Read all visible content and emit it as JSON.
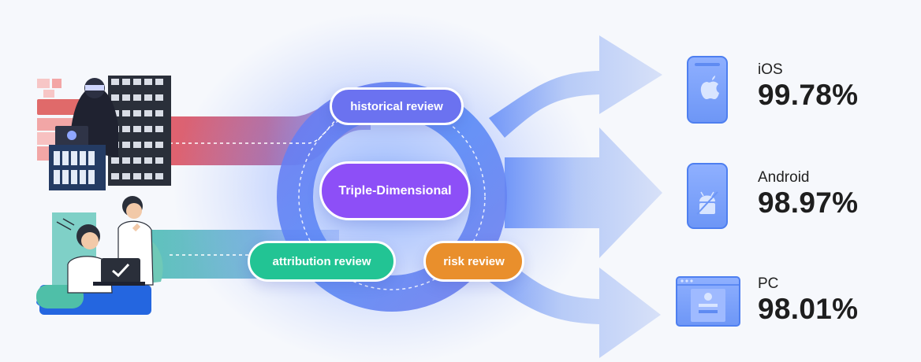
{
  "review_steps": {
    "historical": "historical review",
    "center": "Triple-Dimensional",
    "attribution": "attribution review",
    "risk": "risk review"
  },
  "results": [
    {
      "platform": "iOS",
      "rate": "99.78%",
      "icon": "apple-phone-icon"
    },
    {
      "platform": "Android",
      "rate": "98.97%",
      "icon": "android-phone-icon"
    },
    {
      "platform": "PC",
      "rate": "98.01%",
      "icon": "browser-window-icon"
    }
  ],
  "colors": {
    "historical": "#6b72f0",
    "center": "#8d4ff7",
    "attribution": "#22c494",
    "risk": "#e98f2c",
    "device_blue": "#7da3ff",
    "arrow_blue": "#b9cbf6"
  }
}
